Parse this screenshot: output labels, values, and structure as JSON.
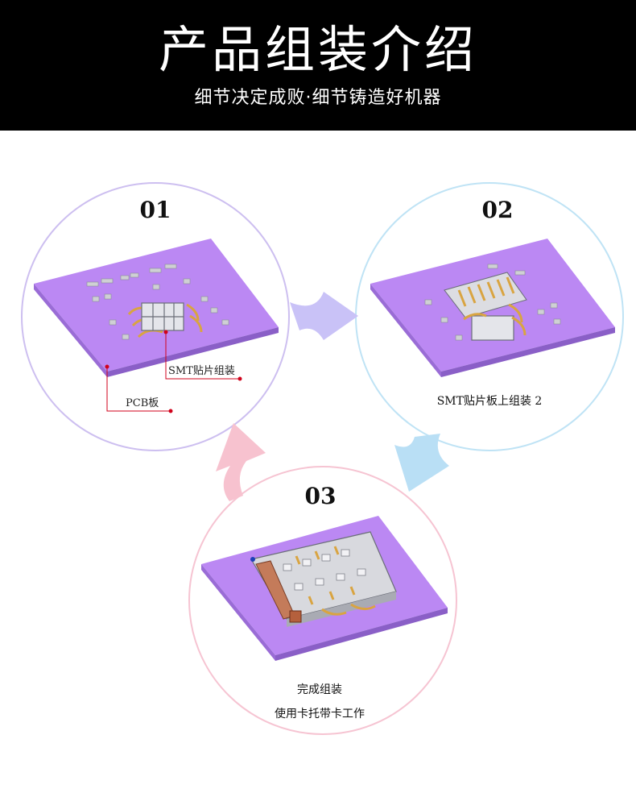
{
  "header": {
    "title": "产品组装介绍",
    "subtitle": "细节决定成败·细节铸造好机器"
  },
  "steps": [
    {
      "number": "01",
      "labels": {
        "smt": "SMT贴片组装",
        "pcb": "PCB板"
      }
    },
    {
      "number": "02",
      "caption": "SMT贴片板上组装 2"
    },
    {
      "number": "03",
      "caption_line1": "完成组装",
      "caption_line2": "使用卡托带卡工作"
    }
  ],
  "colors": {
    "header_bg": "#000000",
    "header_text": "#ffffff",
    "board_top": "#bb88f3",
    "board_side": "#9a6cd6",
    "circle1": "#cdbff0",
    "circle2": "#bfe3f5",
    "circle3": "#f6c4d2",
    "arrow1": "#c9c2f7",
    "arrow2": "#b9dff5",
    "arrow3": "#f7c2cf",
    "leader_line": "#d0021b",
    "component_gray": "#cfd0d4",
    "contact_gold": "#d9a441"
  }
}
